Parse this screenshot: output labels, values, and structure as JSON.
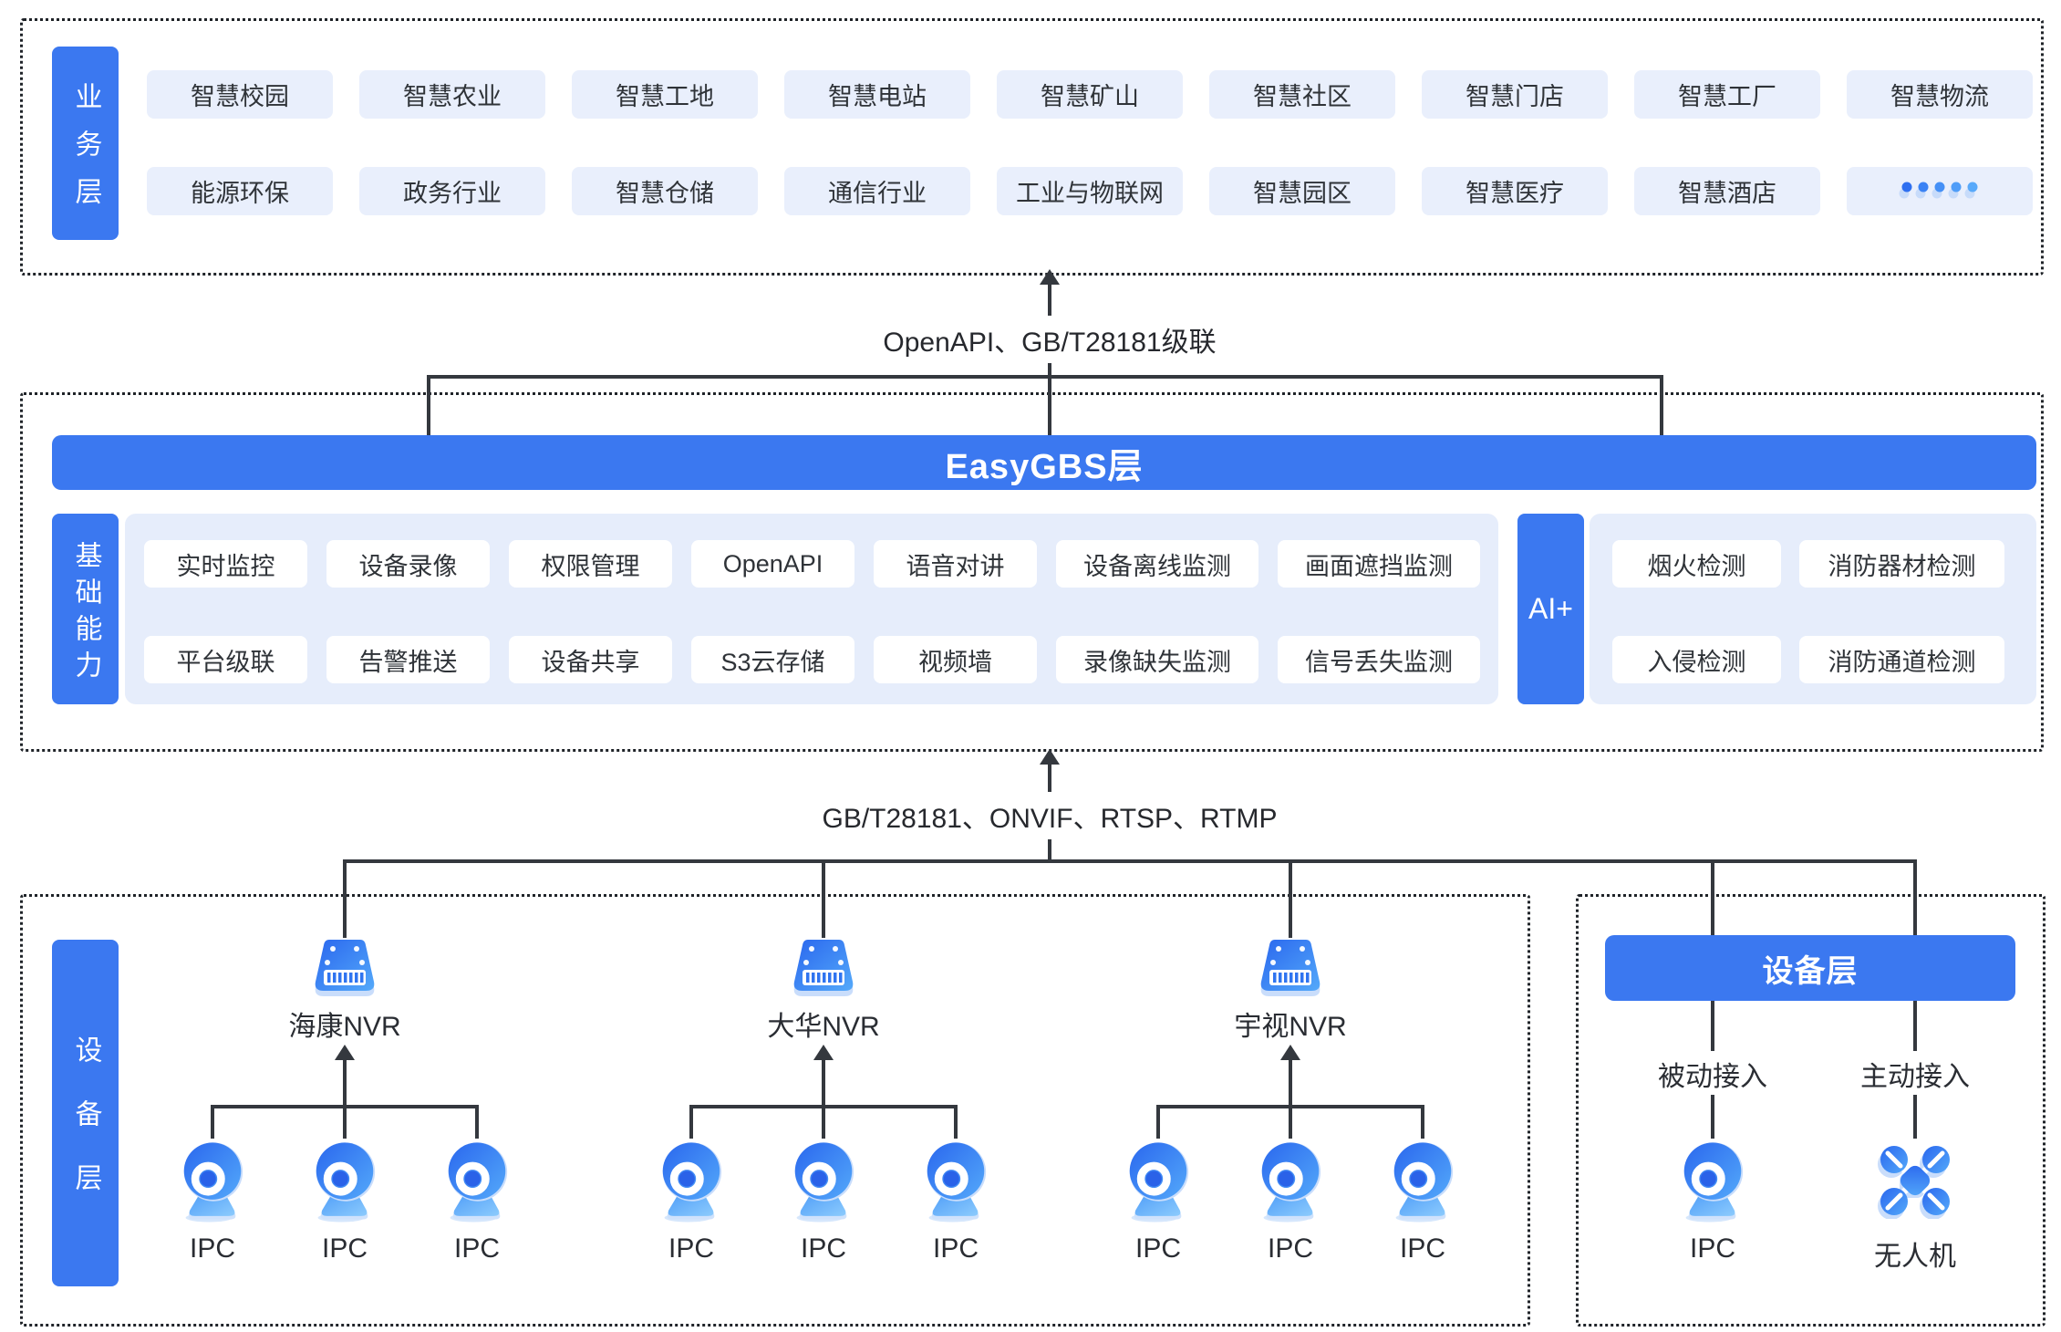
{
  "colors": {
    "accent_blue": "#3b78f0",
    "chip_light_blue": "#e9effc",
    "panel_blue": "#e6edfb",
    "line_dark": "#34383e",
    "icon_blue_dark": "#2a67ee",
    "icon_blue_light": "#54a9fa"
  },
  "business": {
    "label": "业务层",
    "row1": [
      "智慧校园",
      "智慧农业",
      "智慧工地",
      "智慧电站",
      "智慧矿山",
      "智慧社区",
      "智慧门店",
      "智慧工厂",
      "智慧物流"
    ],
    "row2": [
      "能源环保",
      "政务行业",
      "智慧仓储",
      "通信行业",
      "工业与物联网",
      "智慧园区",
      "智慧医疗",
      "智慧酒店"
    ],
    "more_icon": "ellipsis-dots-icon"
  },
  "link_top": {
    "label": "OpenAPI、GB/T28181级联"
  },
  "easygbs": {
    "title": "EasyGBS层"
  },
  "capabilities": {
    "label": "基础能力",
    "row1": [
      "实时监控",
      "设备录像",
      "权限管理",
      "OpenAPI",
      "语音对讲",
      "设备离线监测",
      "画面遮挡监测"
    ],
    "row2": [
      "平台级联",
      "告警推送",
      "设备共享",
      "S3云存储",
      "视频墙",
      "录像缺失监测",
      "信号丢失监测"
    ]
  },
  "ai": {
    "label": "AI+",
    "row1": [
      "烟火检测",
      "消防器材检测"
    ],
    "row2": [
      "入侵检测",
      "消防通道检测"
    ]
  },
  "link_devices": {
    "label": "GB/T28181、ONVIF、RTSP、RTMP"
  },
  "device_left": {
    "label": "设备层",
    "groups": [
      {
        "nvr": "海康NVR",
        "nvr_icon": "nvr-icon",
        "ipcs": [
          "IPC",
          "IPC",
          "IPC"
        ]
      },
      {
        "nvr": "大华NVR",
        "nvr_icon": "nvr-icon",
        "ipcs": [
          "IPC",
          "IPC",
          "IPC"
        ]
      },
      {
        "nvr": "宇视NVR",
        "nvr_icon": "nvr-icon",
        "ipcs": [
          "IPC",
          "IPC",
          "IPC"
        ]
      }
    ],
    "ipc_icon": "ipc-camera-icon"
  },
  "device_right": {
    "title": "设备层",
    "passive_label": "被动接入",
    "passive_device": "IPC",
    "passive_icon": "ipc-camera-icon",
    "active_label": "主动接入",
    "active_device": "无人机",
    "active_icon": "drone-icon"
  }
}
